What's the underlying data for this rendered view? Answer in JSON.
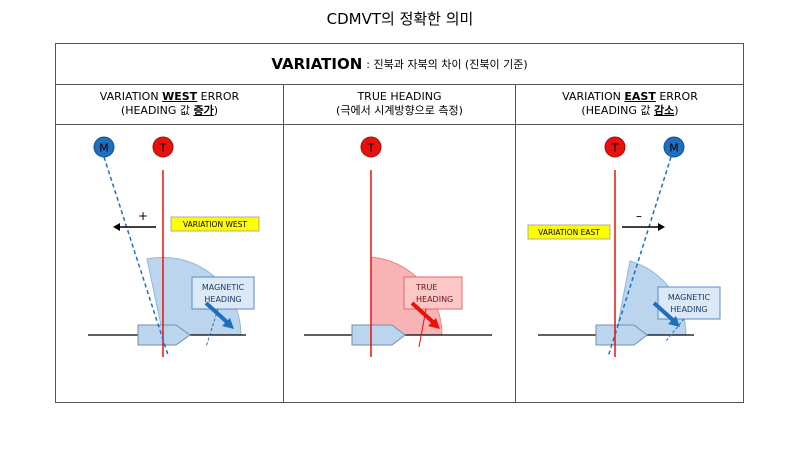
{
  "title": "CDMVT의 정확한 의미",
  "variation": {
    "label": "VARIATION",
    "description": ": 진북과 자북의 차이 (진북이 기준)"
  },
  "columns": [
    {
      "head_line1_pre": "VARIATION ",
      "head_line1_bold": "WEST",
      "head_line1_post": " ERROR",
      "head_line2_pre": "(HEADING 값 ",
      "head_line2_bold": "증가",
      "head_line2_post": ")",
      "callout": "VARIATION WEST",
      "sign": "+",
      "box_line1": "MAGNETIC",
      "box_line2": "HEADING",
      "circle_m": "M",
      "circle_t": "T"
    },
    {
      "head_line1": "TRUE HEADING",
      "head_line2": "(극에서 시계방향으로 측정)",
      "box_line1": "TRUE",
      "box_line2": "HEADING",
      "circle_t": "T"
    },
    {
      "head_line1_pre": "VARIATION ",
      "head_line1_bold": "EAST",
      "head_line1_post": " ERROR",
      "head_line2_pre": "(HEADING 값 ",
      "head_line2_bold": "감소",
      "head_line2_post": ")",
      "callout": "VARIATION EAST",
      "sign": "–",
      "box_line1": "MAGNETIC",
      "box_line2": "HEADING",
      "circle_m": "M",
      "circle_t": "T"
    }
  ],
  "colors": {
    "true_red": "#e8120c",
    "magnetic_blue": "#1f6fbf",
    "callout_yellow": "#ffff00",
    "blue_fill": "#bcd5ee",
    "red_fill": "#f8b4b4"
  }
}
